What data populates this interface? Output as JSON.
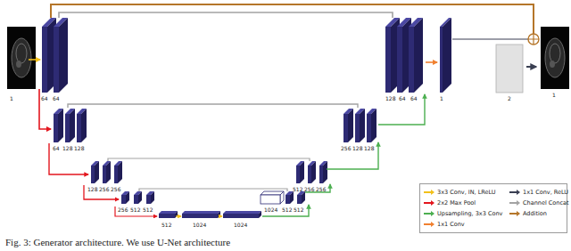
{
  "diagram": {
    "caption": "Fig. 3: Generator architecture. We use U-Net architecture",
    "labels": [
      "1",
      "64",
      "64",
      "128",
      "64",
      "64",
      "1",
      "2",
      "1",
      "64",
      "128",
      "128",
      "256",
      "128",
      "128",
      "128",
      "256",
      "256",
      "512",
      "256",
      "256",
      "256",
      "512",
      "512",
      "1024",
      "512",
      "512",
      "512",
      "1024",
      "1024"
    ],
    "legend": [
      {
        "text": "3x3 Conv, IN, LReLU",
        "color": "#f2c01a"
      },
      {
        "text": "1x1 Conv, ReLU",
        "color": "#3a3f52"
      },
      {
        "text": "2x2 Max Pool",
        "color": "#e3161e"
      },
      {
        "text": "Channel Concat",
        "color": "#a3a3a3"
      },
      {
        "text": "Upsampling, 3x3 Conv",
        "color": "#4caf50"
      },
      {
        "text": "Addition",
        "color": "#b5762a"
      },
      {
        "text": "1x1 Conv",
        "color": "#f08030"
      }
    ]
  }
}
